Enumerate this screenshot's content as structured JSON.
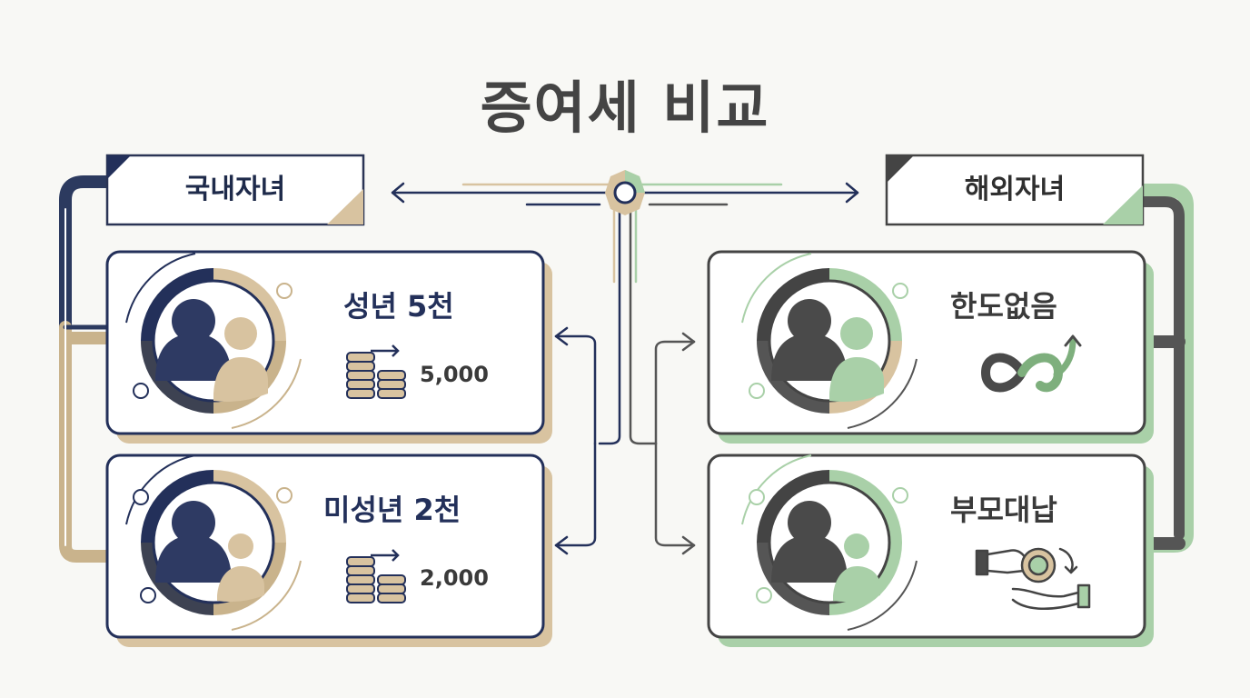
{
  "title": "증여세 비교",
  "colors": {
    "navy": "#23305a",
    "tan": "#d8c3a0",
    "green": "#a9d0a8",
    "dark_gray": "#4a4a4a",
    "background": "#f8f8f5"
  },
  "domestic": {
    "tab_label": "국내자녀",
    "cards": [
      {
        "label": "성년 5천",
        "amount": "5,000",
        "icon": "coin-stack-icon"
      },
      {
        "label": "미성년 2천",
        "amount": "2,000",
        "icon": "coin-stack-icon"
      }
    ]
  },
  "overseas": {
    "tab_label": "해외자녀",
    "cards": [
      {
        "label": "한도없음",
        "icon": "infinity-arrow-icon"
      },
      {
        "label": "부모대납",
        "icon": "hand-coin-icon"
      }
    ]
  }
}
